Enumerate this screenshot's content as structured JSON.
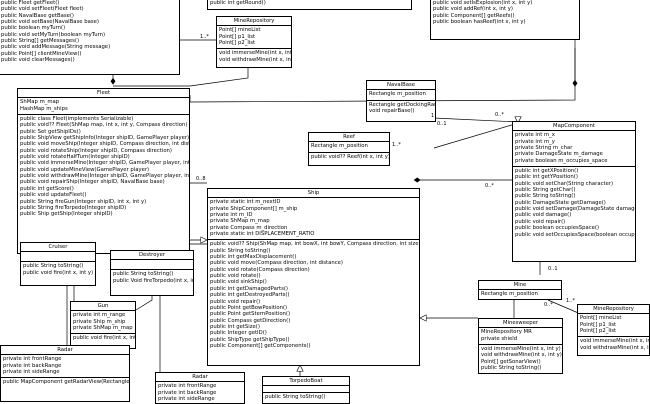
{
  "player_tail": {
    "ops": [
      "public Fleet getFleet()",
      "public void setFleet(Fleet fleet)",
      "public NavalBase getBase()",
      "public void setBase(NavalBase base)",
      "public boolean myTurn()",
      "public void setMyTurn(boolean myTurn)",
      "public String[] getMessages()",
      "public void addMessage(String message)",
      "public Point[] clientMineView()",
      "public void clearMessages()"
    ]
  },
  "topmid_tail": {
    "ops": [
      "public int getRound()"
    ]
  },
  "topright_tail": {
    "ops": [
      "public void setIsExplosion(int x, int y)",
      "public void addRef(int x, int y)",
      "public Component[] getReefs()",
      "public boolean hasReef(int x, int y)"
    ]
  },
  "minerepo_top": {
    "name": "MineRepository",
    "attrs": [
      "Point[] mineList",
      "Point[] p1_list",
      "Point[] p2_list"
    ],
    "ops": [
      "void immerseMine(int x, int y)",
      "void withdrawMine(int x, int y)"
    ]
  },
  "fleet": {
    "name": "Fleet",
    "attrs": [
      "ShMap m_map",
      "HashMap m_ships"
    ],
    "ops": [
      "public class Fleet(implements Serializable)",
      "public void?? Fleet(ShMap map, int x, int y, Compass direction)",
      "public Set getShipIDs()",
      "public ShipView getShipInfo(Integer shipID, GamePlayer player)",
      "public void moveShip(Integer shipID, Compass direction, int distance)",
      "public void rotateShip(Integer shipID, Compass direction)",
      "public void rotateHalfTurn(Integer shipID)",
      "public void immerseMine(Integer shipID, GamePlayer player, int x, int y)",
      "public void updateMineView(GamePlayer player)",
      "public void withdrawMine(Integer shipID, GamePlayer player, int x, int y)",
      "public void repairShip(Integer shipID, NavalBase base)",
      "public int getScore()",
      "public void updateFleet()",
      "public String fireGun(Integer shipID, int x, int y)",
      "public String fireTorpedo(Integer shipID)",
      "public Ship getShip(Integer shipID)"
    ]
  },
  "navalbase": {
    "name": "NavalBase",
    "attrs": [
      "Rectangle m_position"
    ],
    "ops": [
      "Rectangle getDockingRange()",
      "void repairBase()"
    ]
  },
  "reef": {
    "name": "Reef",
    "attrs": [
      "Rectangle m_position"
    ],
    "ops": [
      "public void?? Reef(int x, int y)"
    ]
  },
  "mapcomponent": {
    "name": "MapComponent",
    "attrs": [
      "private int m_x",
      "private int m_y",
      "private String m_char",
      "private DamageState m_damage",
      "private boolean m_occupies_space"
    ],
    "ops": [
      "public int getXPosition()",
      "public int getYPosition()",
      "public void setChar(String character)",
      "public String getChar()",
      "public String toString()",
      "public DamageState getDamage()",
      "public void setDamage(DamageState damage)",
      "public void damage()",
      "public void repair()",
      "public boolean occupiesSpace()",
      "public void setOccupiesSpace(boolean occupies_space)"
    ]
  },
  "ship": {
    "name": "Ship",
    "attrs": [
      "private static int m_nextID",
      "private ShipComponent[] m_ship",
      "private int m_ID",
      "private ShMap m_map",
      "private Compass m_direction",
      "private static int DISPLACEMENT_RATIO"
    ],
    "ops": [
      "public void?? Ship(ShMap map, int bowX, int bowY, Compass direction, int size)",
      "public String toString()",
      "public int getMaxDisplacement()",
      "public void move(Compass direction, int distance)",
      "public void rotate(Compass direction)",
      "public void rotate()",
      "public void sinkShip()",
      "public int getDamagedParts()",
      "public int getDestroyedParts()",
      "public void repair()",
      "public Point getBowPosition()",
      "public Point getSternPosition()",
      "public Compass getDirection()",
      "public int getSize()",
      "public Integer getID()",
      "public ShipType getShipType()",
      "public Component[] getComponents()"
    ]
  },
  "cruiser": {
    "name": "Cruiser",
    "ops": [
      "public String toString()",
      "public void fire(int x, int y)"
    ]
  },
  "destroyer": {
    "name": "Destroyer",
    "ops": [
      "public String toString()",
      "public Void fireTorpedo(int x, int y)"
    ]
  },
  "gun": {
    "name": "Gun",
    "attrs": [
      "private int m_range",
      "private Ship m_ship",
      "private ShMap m_map"
    ],
    "ops": [
      "public void fire(int x, int y)"
    ]
  },
  "radar_left": {
    "name": "Radar",
    "attrs": [
      "private int frontRange",
      "private int backRange",
      "private int sideRange"
    ],
    "ops": [
      "public MapComponent getRadarView(Rectangle shipArea)"
    ]
  },
  "radar_mid": {
    "name": "Radar",
    "attrs": [
      "private int frontRange",
      "private int backRange",
      "private int sideRange"
    ]
  },
  "torpedoboat": {
    "name": "TorpedoBoat",
    "ops": [
      "public String toString()"
    ]
  },
  "mine": {
    "name": "Mine",
    "attrs": [
      "Rectangle m_position"
    ]
  },
  "minesweeper": {
    "name": "Minesweeper",
    "attrs": [
      "MineRepository MR",
      "private shield"
    ],
    "ops": [
      "void immerseMine(int x, int y)",
      "void withdrawMine(int x, int y)",
      "Point[] getSonarView()",
      "public String toString()"
    ]
  },
  "minerepo_right": {
    "name": "MineRepository",
    "attrs": [
      "Point[] mineList",
      "Point[] p1_list",
      "Point[] p2_list"
    ],
    "ops": [
      "void immerseMine(int x, int y)",
      "void withdrawMine(int x, int y)"
    ]
  },
  "multiplicities": {
    "mr_top": "1..*",
    "nb_1": "1",
    "nb_0": "0..1",
    "nb_star": "0..*",
    "reef": "1..*",
    "fleet_ship": "0..8",
    "ship_mc": "0..*",
    "mine_1": "0..1",
    "mine_star": "0..*",
    "mr_right": "1..*"
  }
}
